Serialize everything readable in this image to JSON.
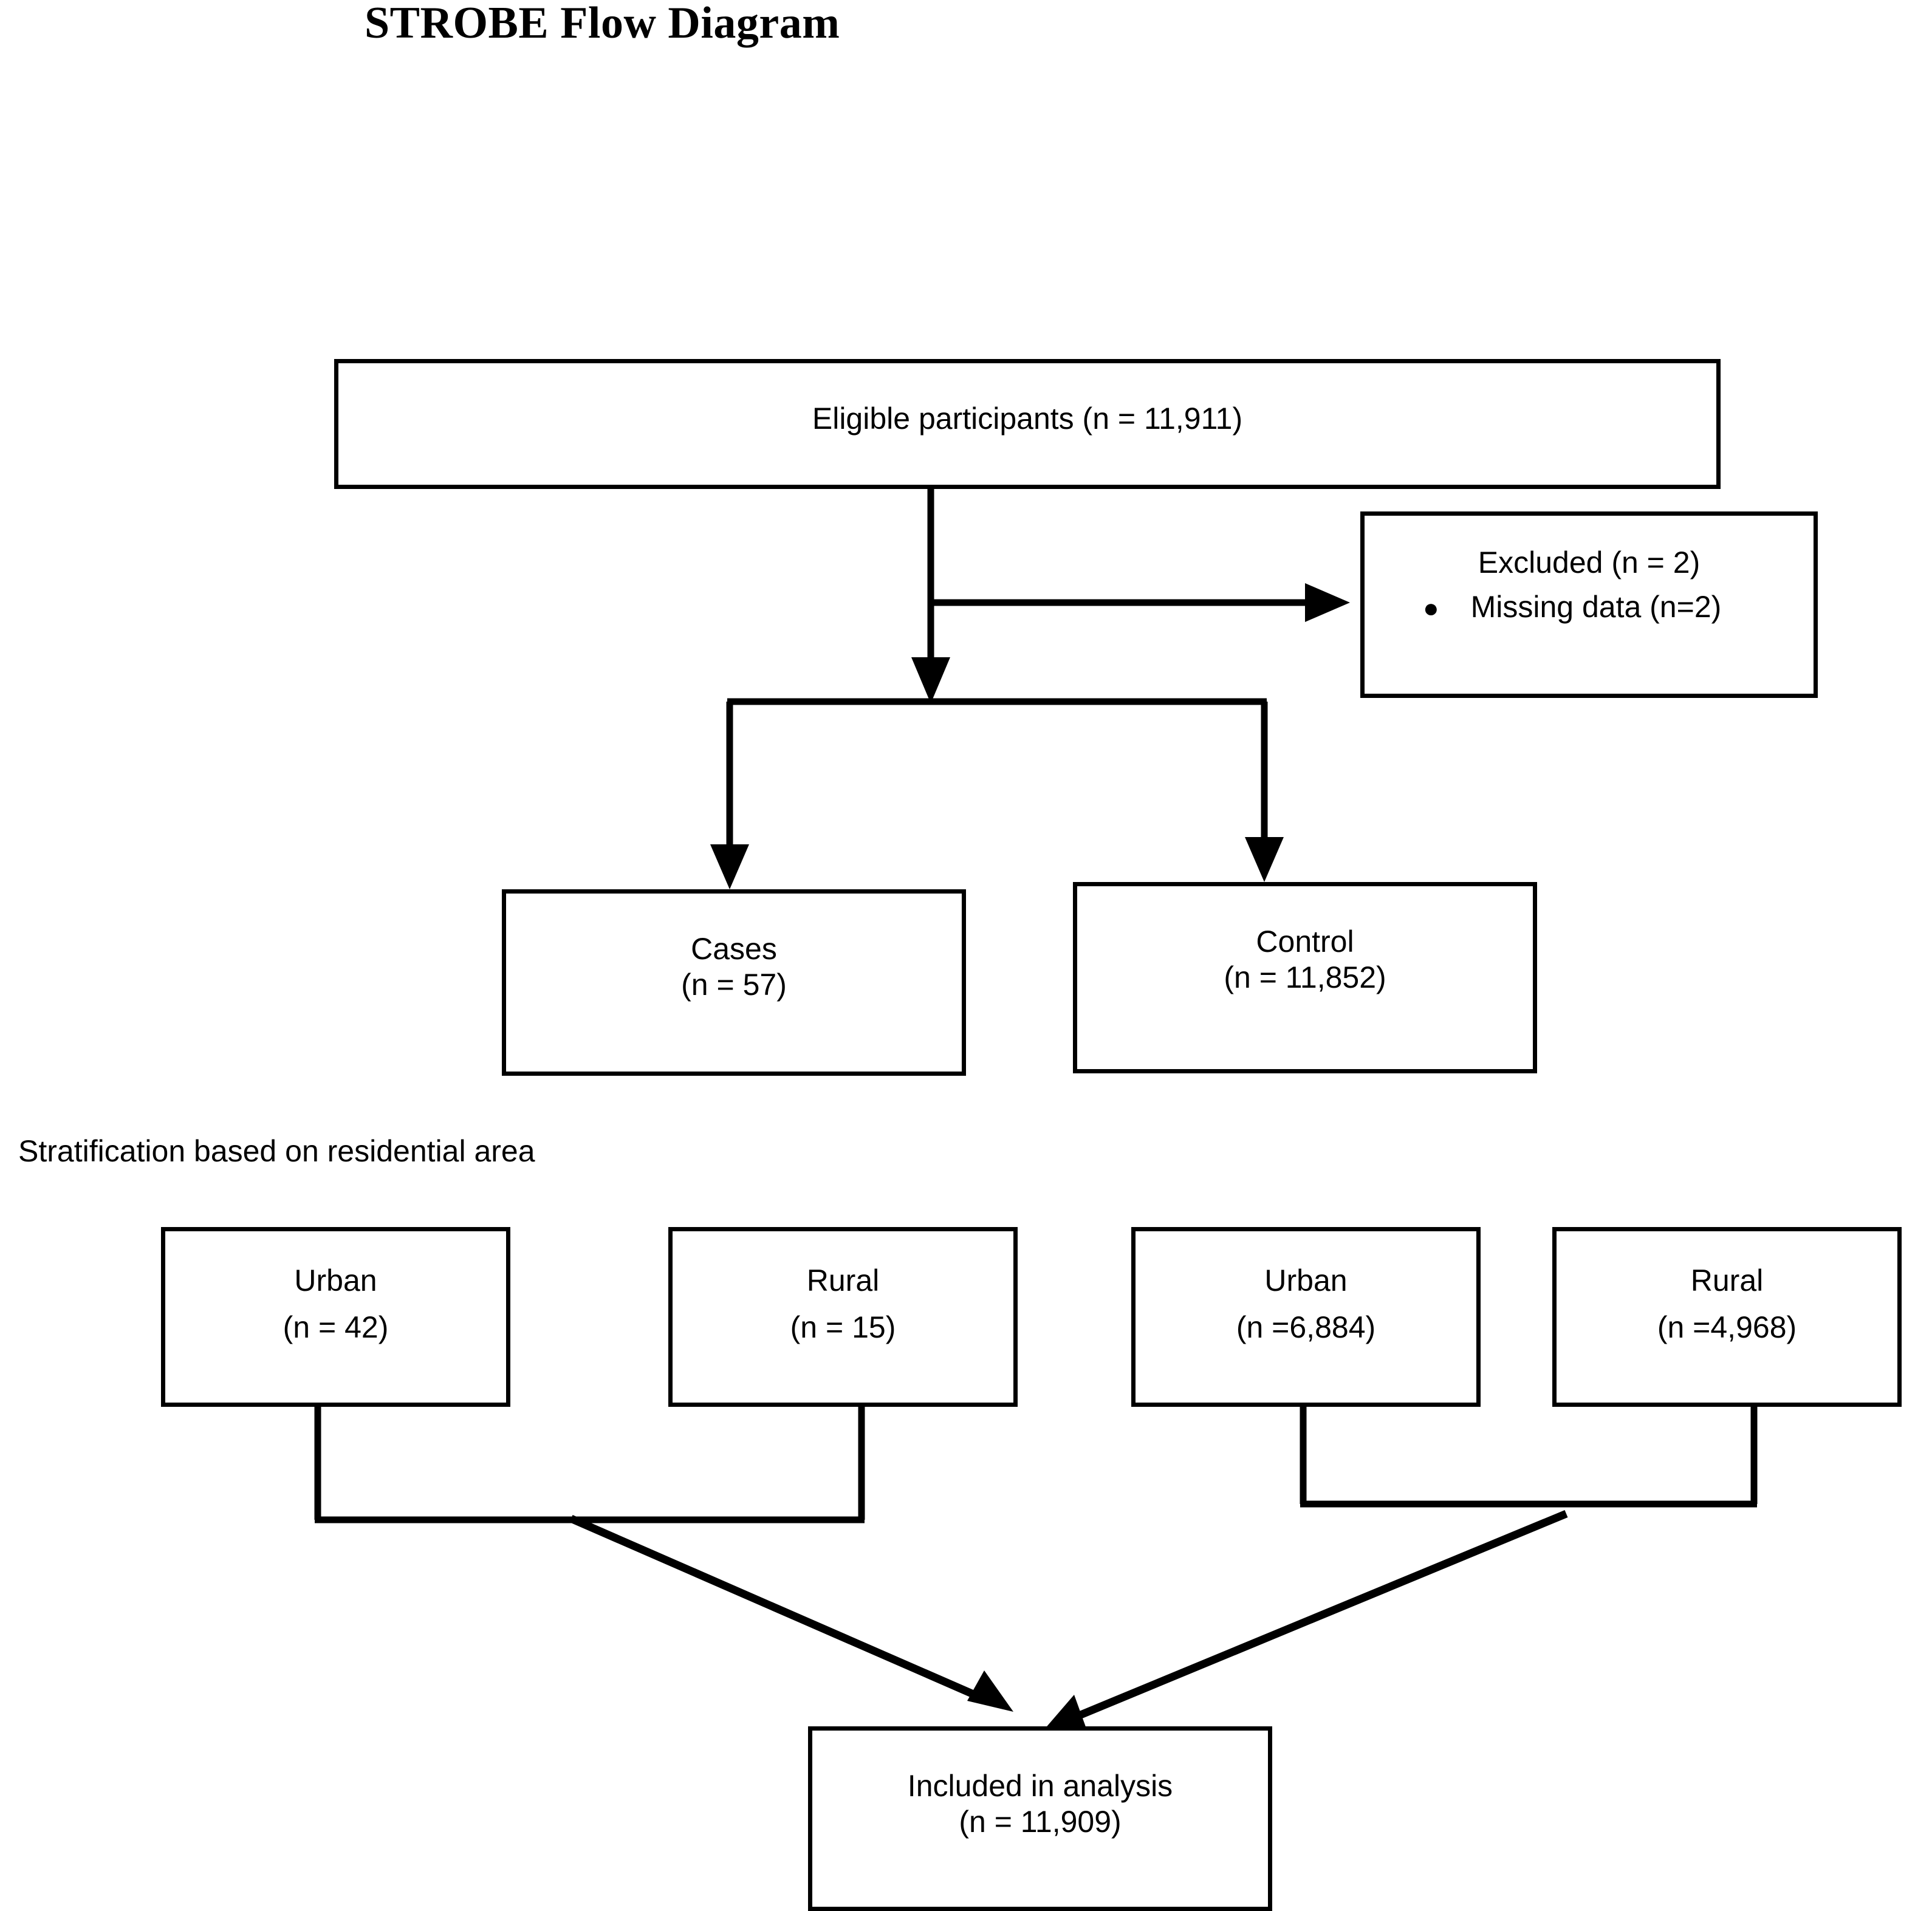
{
  "title": "STROBE Flow Diagram",
  "caption": "Stratification based on residential area",
  "colors": {
    "stroke": "#000000",
    "background": "#ffffff",
    "text": "#000000"
  },
  "nodes": {
    "eligible": {
      "label": "Eligible participants (n = 11,911)",
      "n": 11911
    },
    "excluded": {
      "title": "Excluded (n = 2)",
      "n": 2,
      "bullet_marker": "●",
      "bullet": "Missing data (n=2)"
    },
    "cases": {
      "label": "Cases",
      "count": "(n = 57)",
      "n": 57
    },
    "control": {
      "label": "Control",
      "count": "(n = 11,852)",
      "n": 11852
    },
    "strat": [
      {
        "label": "Urban",
        "count": "(n = 42)",
        "n": 42,
        "group": "cases"
      },
      {
        "label": "Rural",
        "count": "(n = 15)",
        "n": 15,
        "group": "cases"
      },
      {
        "label": "Urban",
        "count": "(n =6,884)",
        "n": 6884,
        "group": "control"
      },
      {
        "label": "Rural",
        "count": "(n =4,968)",
        "n": 4968,
        "group": "control"
      }
    ],
    "included": {
      "label": "Included in analysis",
      "count": "(n = 11,909)",
      "n": 11909
    }
  },
  "chart_data": {
    "type": "diagram",
    "diagram_kind": "STROBE participant flow",
    "title": "STROBE Flow Diagram",
    "nodes": [
      {
        "id": "eligible",
        "text": "Eligible participants (n = 11,911)",
        "n": 11911
      },
      {
        "id": "excluded",
        "text": "Excluded (n = 2) - Missing data (n=2)",
        "n": 2
      },
      {
        "id": "cases",
        "text": "Cases (n = 57)",
        "n": 57
      },
      {
        "id": "control",
        "text": "Control (n = 11,852)",
        "n": 11852
      },
      {
        "id": "cases-urban",
        "text": "Urban (n = 42)",
        "n": 42
      },
      {
        "id": "cases-rural",
        "text": "Rural (n = 15)",
        "n": 15
      },
      {
        "id": "control-urban",
        "text": "Urban (n =6,884)",
        "n": 6884
      },
      {
        "id": "control-rural",
        "text": "Rural (n =4,968)",
        "n": 4968
      },
      {
        "id": "included",
        "text": "Included in analysis (n = 11,909)",
        "n": 11909
      }
    ],
    "edges": [
      {
        "from": "eligible",
        "to": "excluded"
      },
      {
        "from": "eligible",
        "to": "cases"
      },
      {
        "from": "eligible",
        "to": "control"
      },
      {
        "from": "cases",
        "to": "cases-urban"
      },
      {
        "from": "cases",
        "to": "cases-rural"
      },
      {
        "from": "control",
        "to": "control-urban"
      },
      {
        "from": "control",
        "to": "control-rural"
      },
      {
        "from": "cases-urban",
        "to": "included"
      },
      {
        "from": "cases-rural",
        "to": "included"
      },
      {
        "from": "control-urban",
        "to": "included"
      },
      {
        "from": "control-rural",
        "to": "included"
      }
    ]
  }
}
